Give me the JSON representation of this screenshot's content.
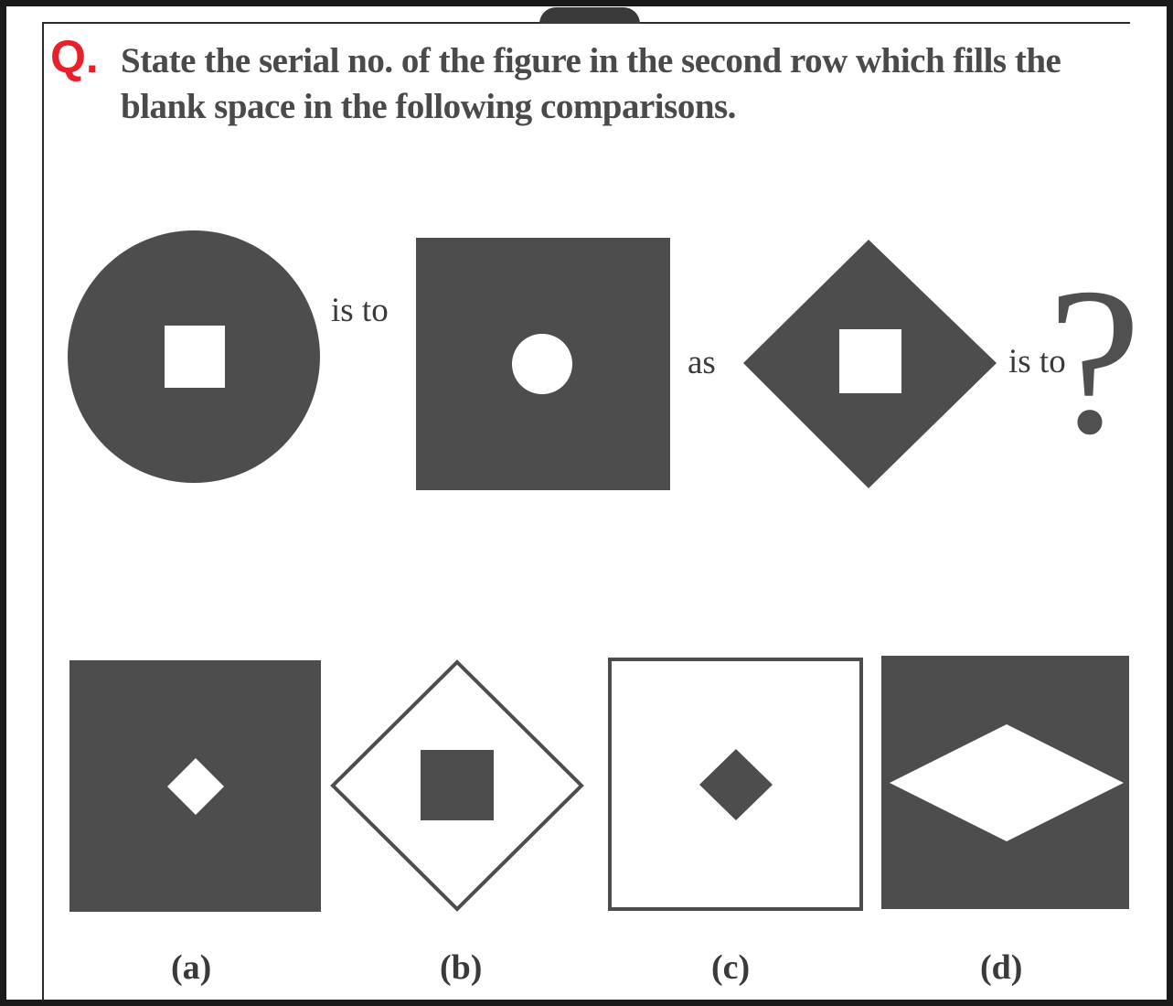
{
  "question": {
    "prefix": "Q.",
    "text": "State the serial no. of the figure in the second row which fills the blank space in the following comparisons."
  },
  "comparison": {
    "connector_1": "is to",
    "connector_2": "as",
    "connector_3": "is to",
    "unknown": "?"
  },
  "options": {
    "a": "(a)",
    "b": "(b)",
    "c": "(c)",
    "d": "(d)"
  },
  "colors": {
    "question_prefix": "#e8202a",
    "figure_fill": "#4d4d4d",
    "text": "#4a4a4a"
  }
}
